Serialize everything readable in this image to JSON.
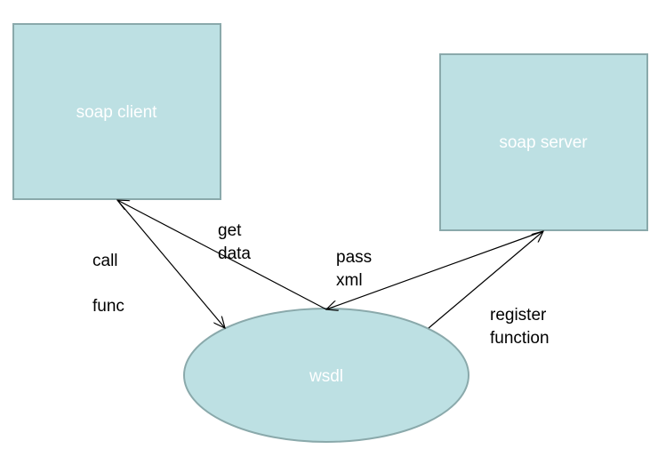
{
  "colors": {
    "node_fill": "#bde0e3",
    "node_stroke": "#8aa9ab",
    "node_text": "#ffffff",
    "edge": "#000000",
    "label_text": "#000000"
  },
  "nodes": {
    "client": {
      "label": "soap client"
    },
    "server": {
      "label": "soap server"
    },
    "wsdl": {
      "label": "wsdl"
    }
  },
  "edges": {
    "call_func": {
      "label_line1": "call",
      "label_line2": "func"
    },
    "get_data": {
      "label_line1": "get",
      "label_line2": "data"
    },
    "pass_xml": {
      "label_line1": "pass",
      "label_line2": "xml"
    },
    "register_function": {
      "label_line1": "register",
      "label_line2": "function"
    }
  }
}
